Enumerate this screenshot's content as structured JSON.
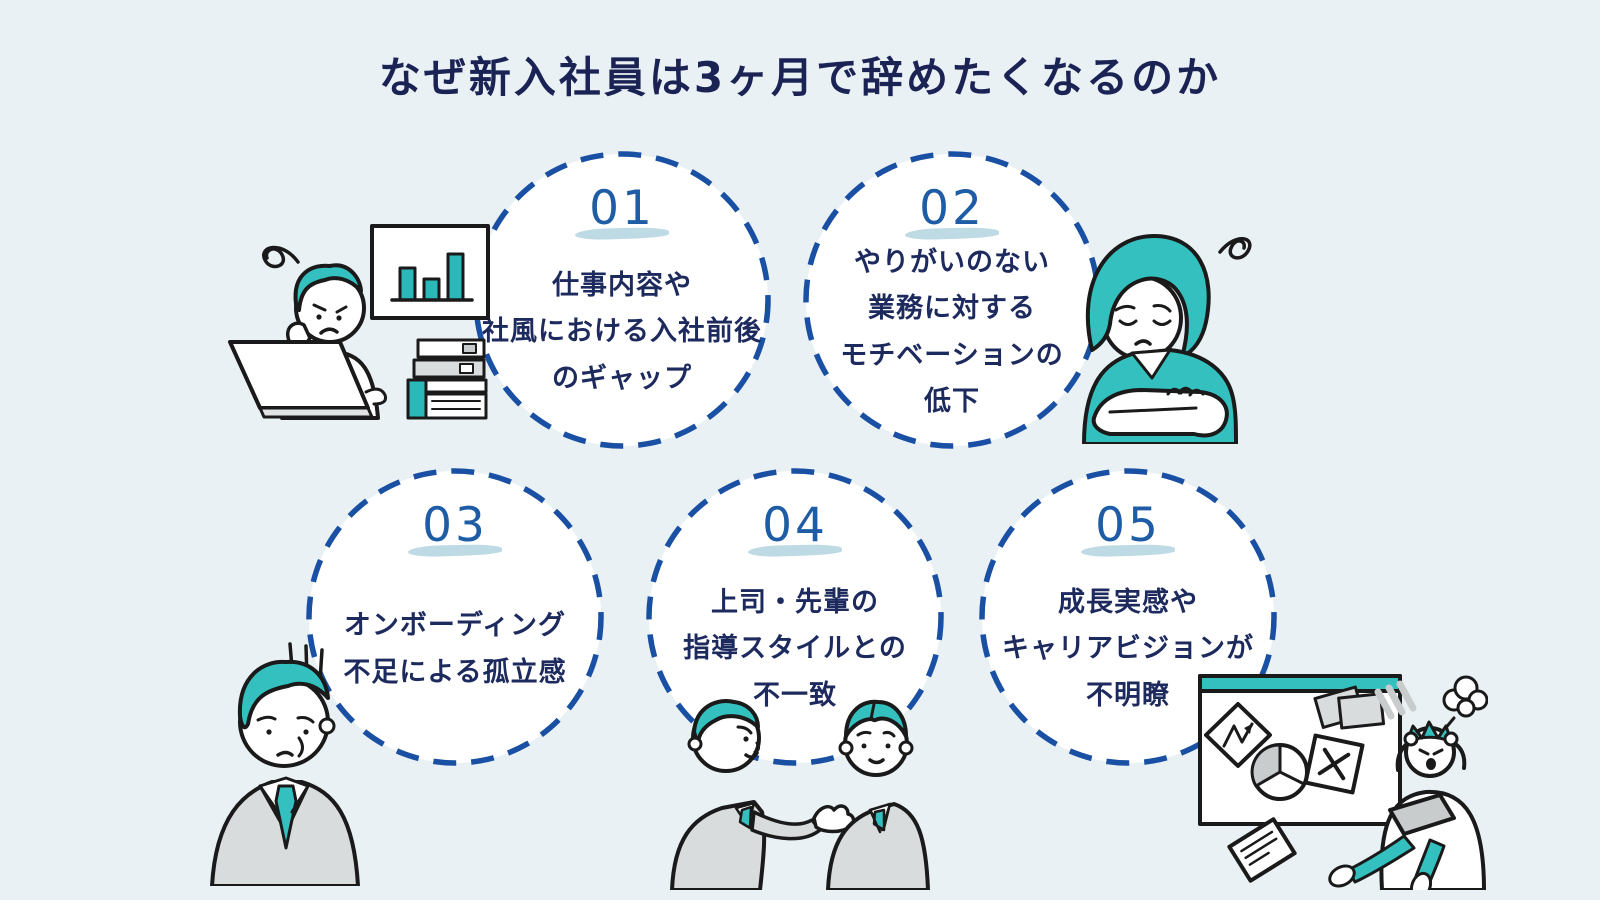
{
  "title": "なぜ新入社員は3ヶ月で辞めたくなるのか",
  "circles": [
    {
      "number": "01",
      "text": "仕事内容や\n社風における入社前後\nのギャップ"
    },
    {
      "number": "02",
      "text": "やりがいのない\n業務に対する\nモチベーションの\n低下"
    },
    {
      "number": "03",
      "text": "オンボーディング\n不足による孤立感"
    },
    {
      "number": "04",
      "text": "上司・先輩の\n指導スタイルとの\n不一致"
    },
    {
      "number": "05",
      "text": "成長実感や\nキャリアビジョンが\n不明瞭"
    }
  ],
  "illustrations": [
    {
      "name": "stressed-worker-at-laptop-illustration"
    },
    {
      "name": "tired-woman-arms-crossed-illustration"
    },
    {
      "name": "dejected-man-in-suit-illustration"
    },
    {
      "name": "senior-talking-to-junior-illustration"
    },
    {
      "name": "frustrated-person-at-whiteboard-illustration"
    }
  ],
  "colors": {
    "background": "#e9f1f5",
    "circle_fill": "#ffffff",
    "circle_border": "#1a50a3",
    "number_blue": "#1e5da6",
    "text_navy": "#1d2a5e",
    "title_navy": "#1b2355",
    "accent_teal": "#35c0c0",
    "brush_underline": "#b7d6e1",
    "outline_black": "#1a1a1a",
    "suit_gray": "#d9dcdd"
  }
}
